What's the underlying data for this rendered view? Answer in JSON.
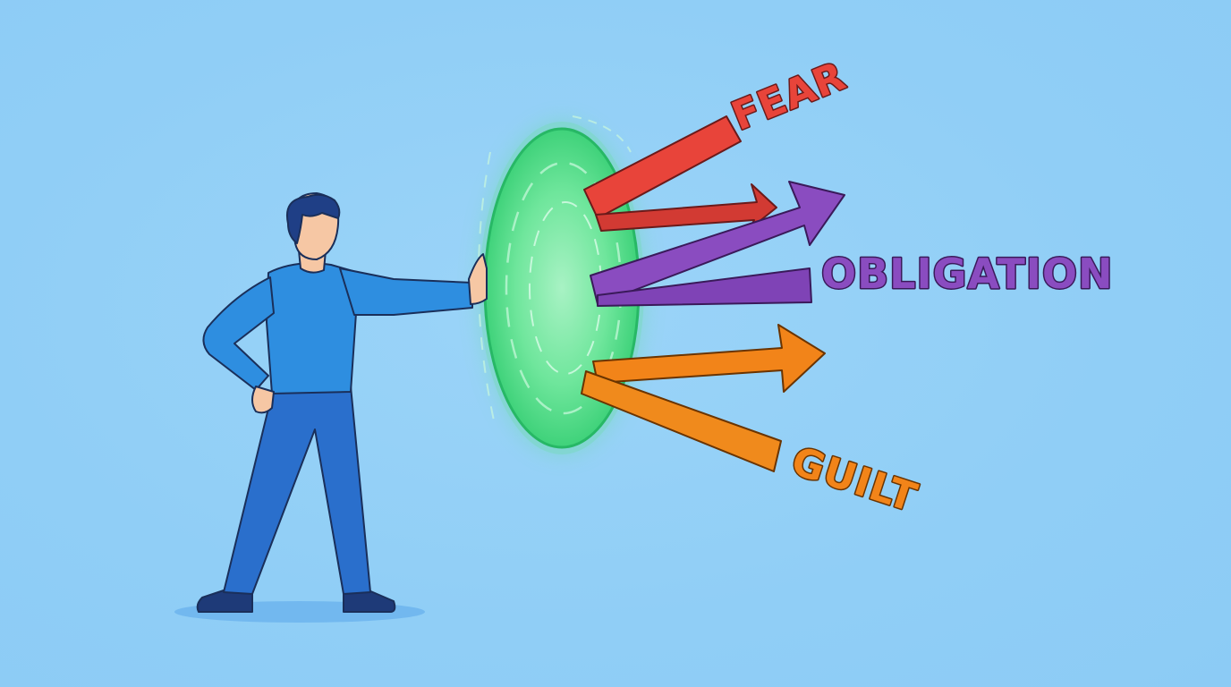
{
  "labels": {
    "fear": "FEAR",
    "obligation": "OBLIGATION",
    "guilt": "GUILT"
  },
  "colors": {
    "background": "#90cef6",
    "fear": "#e8443a",
    "obligation": "#8a4cc0",
    "guilt": "#f28419",
    "shield": "#4fdd87",
    "shirt": "#2e8ee0",
    "pants": "#2a6fcc",
    "hair": "#1f3f86",
    "skin": "#f6c7a4"
  },
  "icons": {
    "person": "person-pushing-icon",
    "shield": "shield-portal-icon"
  }
}
